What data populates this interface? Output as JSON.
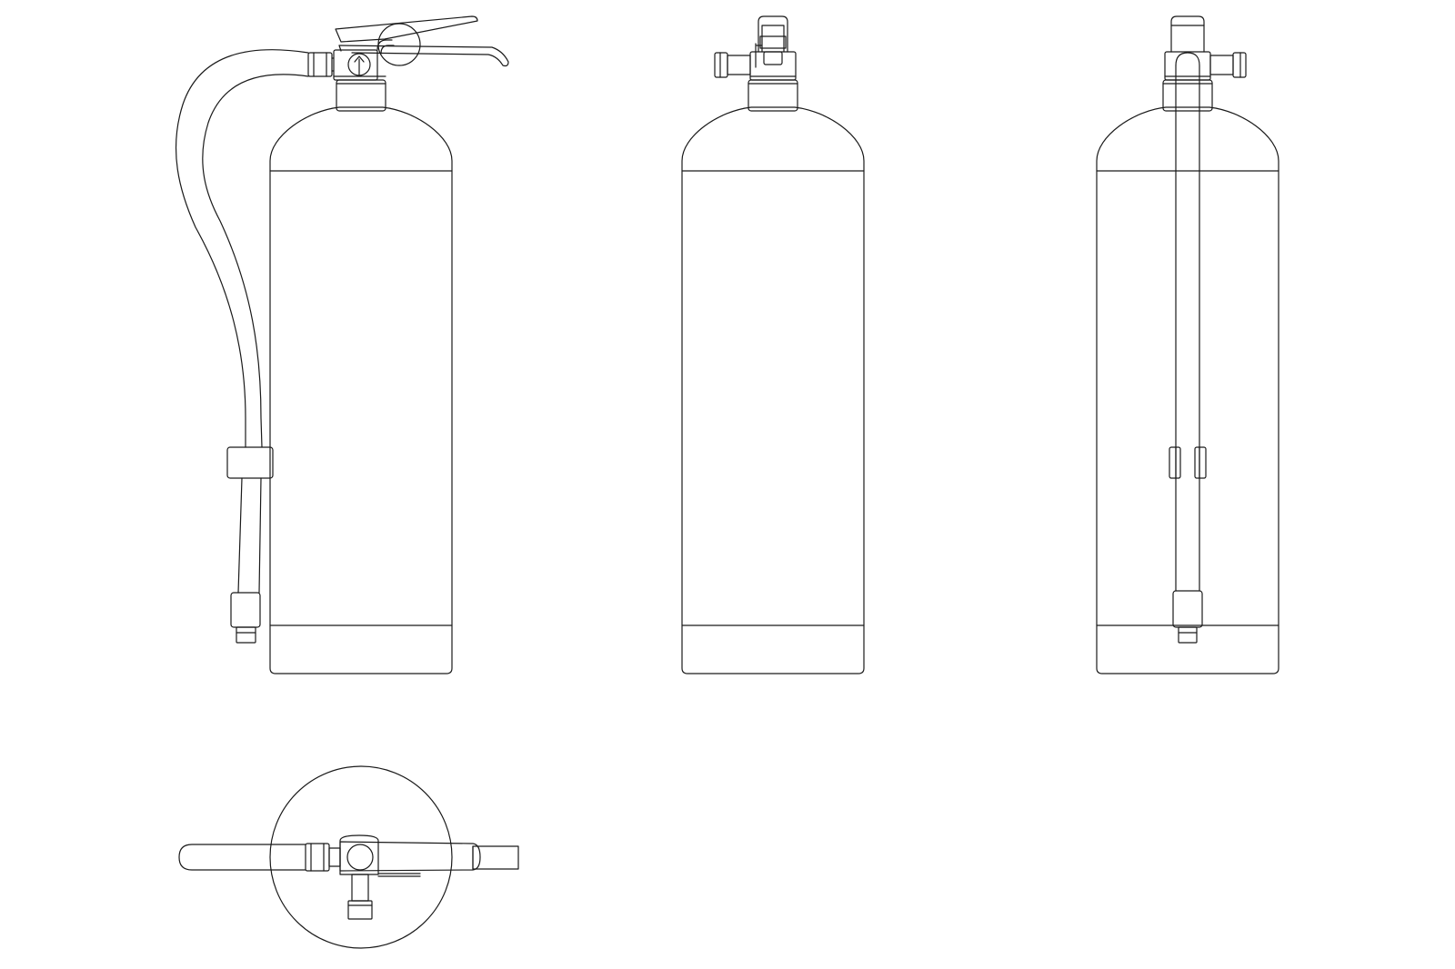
{
  "drawing": {
    "background": "#ffffff",
    "line_color": "#1a1a1a",
    "views": [
      {
        "name": "side-view",
        "parts": [
          "cylinder-body",
          "shoulder-band",
          "bottom-band",
          "neck-collar",
          "valve-head",
          "carry-handle",
          "squeeze-lever",
          "pressure-gauge",
          "hose",
          "hose-clip",
          "hose-nozzle"
        ]
      },
      {
        "name": "front-view",
        "parts": [
          "cylinder-body",
          "shoulder-band",
          "bottom-band",
          "neck-collar",
          "valve-head",
          "outlet-fitting"
        ]
      },
      {
        "name": "back-view",
        "parts": [
          "cylinder-body",
          "shoulder-band",
          "bottom-band",
          "neck-collar",
          "valve-head",
          "outlet-fitting",
          "vertical-hose",
          "hose-clip",
          "hose-nozzle"
        ]
      },
      {
        "name": "top-view",
        "parts": [
          "cylinder-outline",
          "lever",
          "hose-coupling",
          "pressure-gauge",
          "nozzle"
        ]
      }
    ]
  }
}
